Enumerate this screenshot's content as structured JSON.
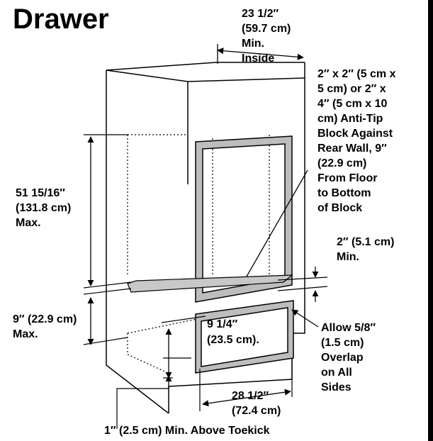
{
  "title": "Drawer",
  "labels": {
    "inside_width": [
      "23 1/2″",
      "(59.7 cm)",
      "Min.",
      "Inside"
    ],
    "anti_tip": [
      "2″ x 2″ (5 cm x",
      "5 cm) or 2″ x",
      "4″ (5 cm x 10",
      "cm) Anti-Tip",
      "Block Against",
      "Rear Wall, 9″",
      "(22.9 cm)",
      "From Floor",
      "to Bottom",
      "of Block"
    ],
    "height_max": [
      "51 15/16″",
      "(131.8 cm)",
      "Max."
    ],
    "gap_min": [
      "2″ (5.1 cm)",
      "Min."
    ],
    "floor_max": [
      "9″ (22.9 cm)",
      "Max."
    ],
    "drawer_height": [
      "9 1/4″",
      "(23.5 cm)."
    ],
    "overlap": [
      "Allow 5/8″",
      "(1.5 cm)",
      "Overlap",
      "on All",
      "Sides"
    ],
    "drawer_width": [
      "28 1/2″",
      "(72.4 cm)"
    ],
    "toekick": "1″ (2.5 cm) Min. Above Toekick"
  },
  "colors": {
    "line": "#000000",
    "frame_fill": "#bdbdbd",
    "background": "#ffffff"
  }
}
